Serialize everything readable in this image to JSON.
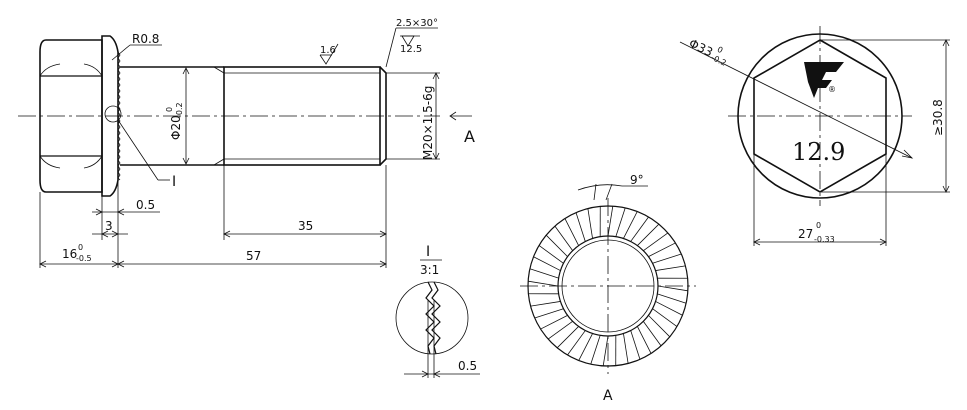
{
  "drawing": {
    "labels": {
      "radius": "R0.8",
      "chamfer": "2.5×30°",
      "roughness_1": "12.5",
      "roughness_2": "1.6",
      "shank_dia": "Φ20",
      "shank_dia_tol": "-0.2",
      "shank_dia_tol_upper": "0",
      "thread": "M20×1.5-6g",
      "detail_ref": "I",
      "view_a": "A",
      "dim_0_5": "0.5",
      "dim_3": "3",
      "dim_35": "35",
      "dim_57": "57",
      "dim_16": "16",
      "dim_16_tol_upper": "0",
      "dim_16_tol_lower": "-0.5",
      "detail_title": "I",
      "detail_scale": "3:1",
      "detail_dim": "0.5",
      "angle_9": "9°",
      "view_a_bottom": "A",
      "dia_33": "Φ33",
      "dia_33_tol_upper": "0",
      "dia_33_tol_lower": "-0.2",
      "across_corners": "≥30.8",
      "across_flats": "27",
      "across_flats_tol_upper": "0",
      "across_flats_tol_lower": "-0.33",
      "grade": "12.9",
      "registered_mark": "®"
    },
    "colors": {
      "line": "#111111",
      "background": "#ffffff"
    },
    "icons": {
      "maker_logo": "maker-logo-icon"
    }
  }
}
